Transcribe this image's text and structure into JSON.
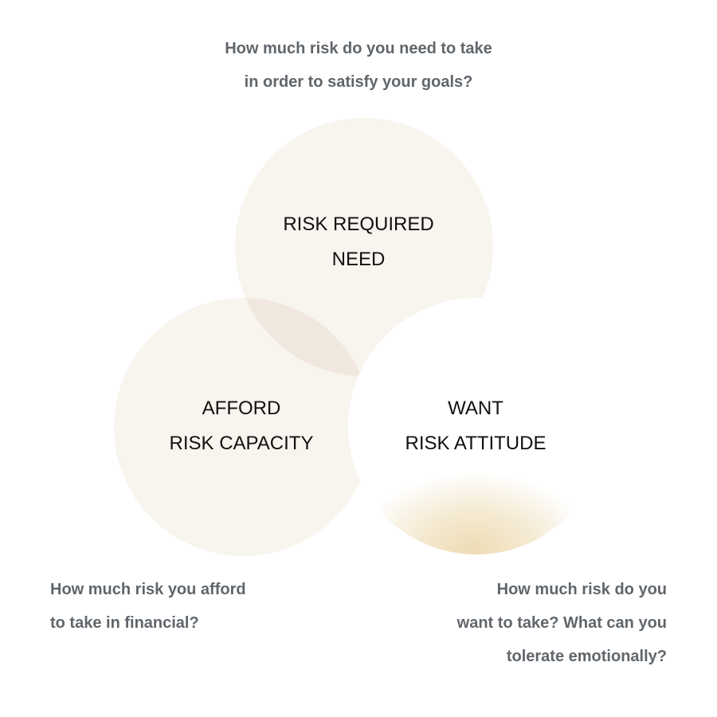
{
  "top": {
    "question": [
      "How much risk do you need to take",
      "in order to satisfy your goals?"
    ],
    "label": [
      "RISK REQUIRED",
      "NEED"
    ]
  },
  "left": {
    "question": [
      "How much risk you afford",
      "to take in financial?"
    ],
    "label": [
      "AFFORD",
      "RISK CAPACITY"
    ]
  },
  "right": {
    "question": [
      "How much risk do you",
      "want to take? What can you",
      "tolerate emotionally?"
    ],
    "label": [
      "WANT",
      "RISK ATTITUDE"
    ]
  },
  "colors": {
    "circle": "#f8f4ee",
    "overlap": "#f0e7df",
    "gold": "#eedcb5",
    "question": "#60666b"
  }
}
